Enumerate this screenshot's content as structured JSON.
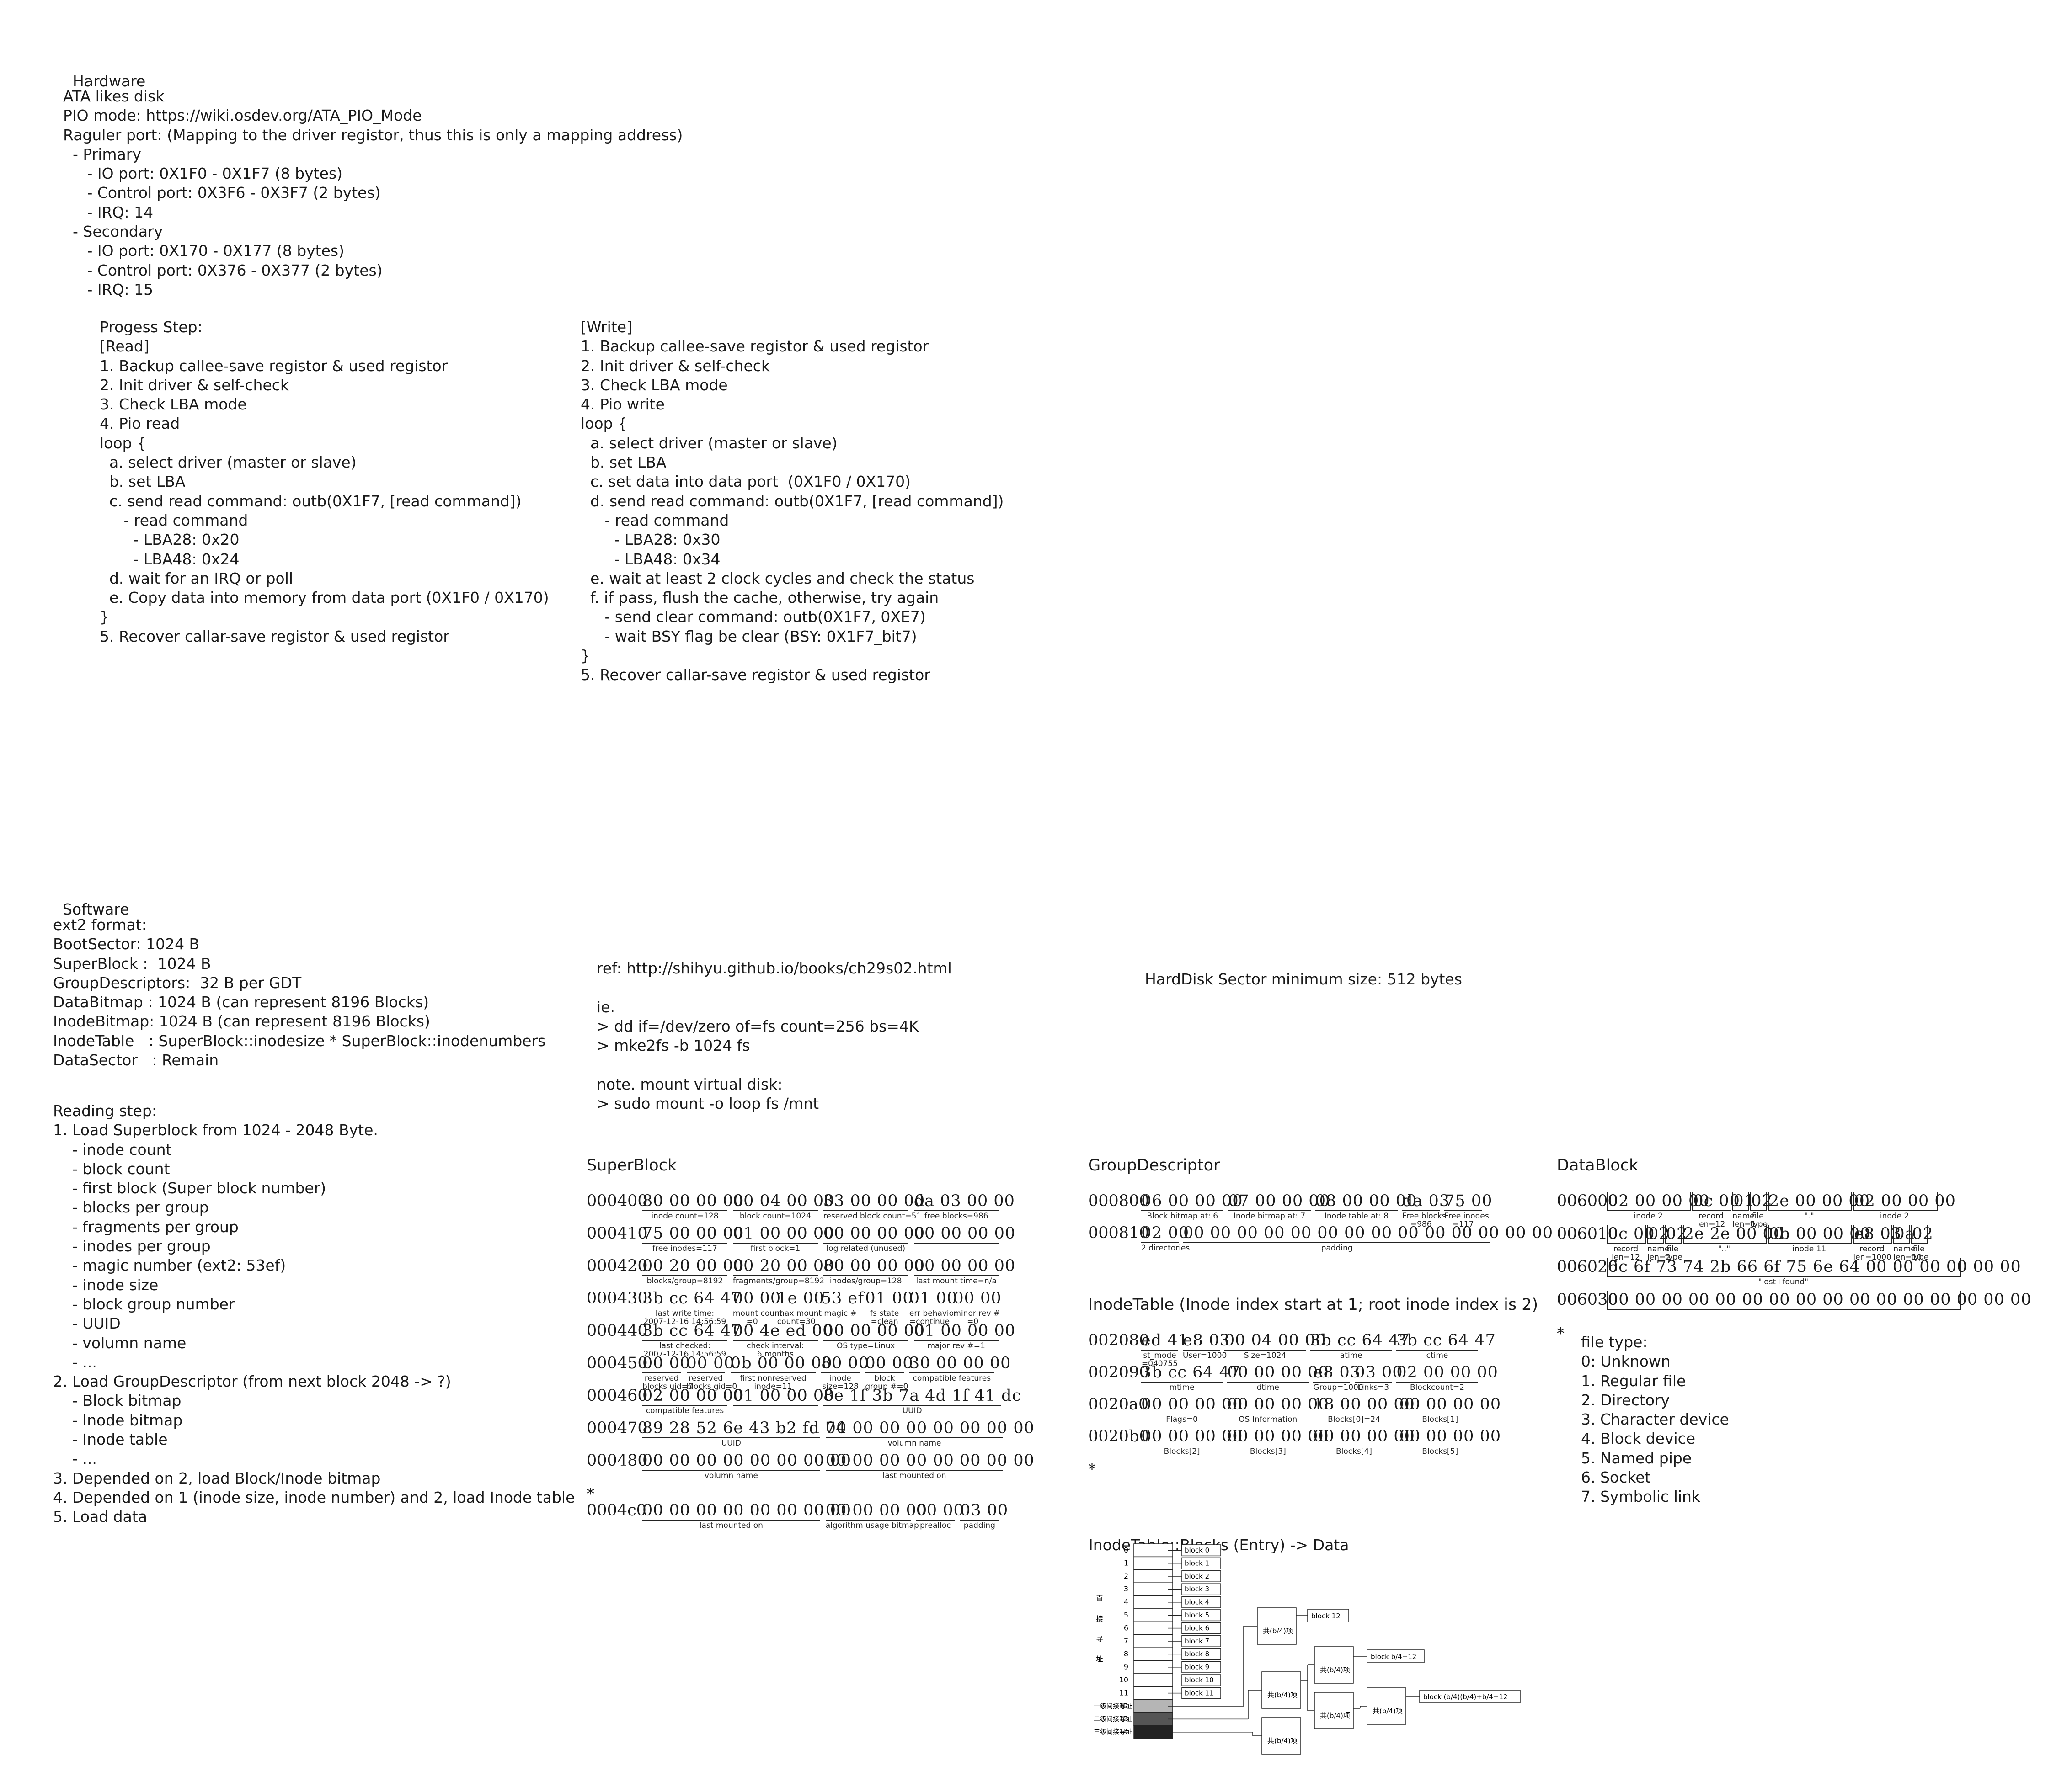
{
  "hardware": {
    "title": "Hardware",
    "lines": [
      "ATA likes disk",
      "PIO mode: https://wiki.osdev.org/ATA_PIO_Mode",
      "Raguler port: (Mapping to the driver registor, thus this is only a mapping address)",
      "  - Primary",
      "     - IO port: 0X1F0 - 0X1F7 (8 bytes)",
      "     - Control port: 0X3F6 - 0X3F7 (2 bytes)",
      "     - IRQ: 14",
      "  - Secondary",
      "     - IO port: 0X170 - 0X177 (8 bytes)",
      "     - Control port: 0X376 - 0X377 (2 bytes)",
      "     - IRQ: 15"
    ]
  },
  "read_steps": [
    "Progess Step:",
    "[Read]",
    "1. Backup callee-save registor & used registor",
    "2. Init driver & self-check",
    "3. Check LBA mode",
    "4. Pio read",
    "loop {",
    "  a. select driver (master or slave)",
    "  b. set LBA",
    "  c. send read command: outb(0X1F7, [read command])",
    "     - read command",
    "       - LBA28: 0x20",
    "       - LBA48: 0x24",
    "  d. wait for an IRQ or poll",
    "  e. Copy data into memory from data port (0X1F0 / 0X170)",
    "}",
    "5. Recover callar-save registor & used registor"
  ],
  "write_steps": [
    "[Write]",
    "1. Backup callee-save registor & used registor",
    "2. Init driver & self-check",
    "3. Check LBA mode",
    "4. Pio write",
    "loop {",
    "  a. select driver (master or slave)",
    "  b. set LBA",
    "  c. set data into data port  (0X1F0 / 0X170)",
    "  d. send read command: outb(0X1F7, [read command])",
    "     - read command",
    "       - LBA28: 0x30",
    "       - LBA48: 0x34",
    "  e. wait at least 2 clock cycles and check the status",
    "  f. if pass, flush the cache, otherwise, try again",
    "     - send clear command: outb(0X1F7, 0XE7)",
    "     - wait BSY flag be clear (BSY: 0X1F7_bit7)",
    "}",
    "5. Recover callar-save registor & used registor"
  ],
  "software": {
    "title": "Software",
    "format_lines": [
      "ext2 format:",
      "BootSector: 1024 B",
      "SuperBlock :  1024 B",
      "GroupDescriptors:  32 B per GDT",
      "DataBitmap : 1024 B (can represent 8196 Blocks)",
      "InodeBitmap: 1024 B (can represent 8196 Blocks)",
      "InodeTable   : SuperBlock::inodesize * SuperBlock::inodenumbers",
      "DataSector   : Remain"
    ],
    "reading_lines": [
      "Reading step:",
      "1. Load Superblock from 1024 - 2048 Byte.",
      "    - inode count",
      "    - block count",
      "    - first block (Super block number)",
      "    - blocks per group",
      "    - fragments per group",
      "    - inodes per group",
      "    - magic number (ext2: 53ef)",
      "    - inode size",
      "    - block group number",
      "    - UUID",
      "    - volumn name",
      "    - ...",
      "2. Load GroupDescriptor (from next block 2048 -> ?)",
      "    - Block bitmap",
      "    - Inode bitmap",
      "    - Inode table",
      "    - ...",
      "3. Depended on 2, load Block/Inode bitmap",
      "4. Depended on 1 (inode size, inode number) and 2, load Inode table",
      "5. Load data"
    ]
  },
  "ref": {
    "lines": [
      "ref: http://shihyu.github.io/books/ch29s02.html",
      "",
      "ie.",
      "> dd if=/dev/zero of=fs count=256 bs=4K",
      "> mke2fs -b 1024 fs",
      "",
      "note. mount virtual disk:",
      "> sudo mount -o loop fs /mnt"
    ]
  },
  "sector_note": "HardDisk Sector minimum size: 512 bytes",
  "superblock": {
    "title": "SuperBlock",
    "rows": [
      {
        "addr": "000400",
        "g": [
          "80 00 00 00",
          "00 04 00 00",
          "33 00 00 00",
          "da 03 00 00"
        ],
        "labels": [
          "inode count=128",
          "block count=1024",
          "reserved block count=51",
          "free blocks=986"
        ]
      },
      {
        "addr": "000410",
        "g": [
          "75 00 00 00",
          "01 00 00 00",
          "00 00 00 00",
          "00 00 00 00"
        ],
        "labels": [
          "free inodes=117",
          "first block=1",
          "log related (unused)",
          ""
        ]
      },
      {
        "addr": "000420",
        "g": [
          "00 20 00 00",
          "00 20 00 00",
          "80 00 00 00",
          "00 00 00 00"
        ],
        "labels": [
          "blocks/group=8192",
          "fragments/group=8192",
          "inodes/group=128",
          "last mount time=n/a"
        ]
      },
      {
        "addr": "000430",
        "g": [
          "3b cc 64 47",
          "00 00",
          "1e 00",
          "53 ef",
          "01 00",
          "01 00",
          "00 00"
        ],
        "labels": [
          "last write time:\n2007-12-16 14:56:59",
          "mount count\n=0",
          "max mount\ncount=30",
          "magic #",
          "fs state\n=clean",
          "err behavior\n=continue",
          "minor rev #\n=0"
        ]
      },
      {
        "addr": "000440",
        "g": [
          "3b cc 64 47",
          "00 4e ed 00",
          "00 00 00 00",
          "01 00 00 00"
        ],
        "labels": [
          "last checked:\n2007-12-16 14:56:59",
          "check interval:\n6 months",
          "OS type=Linux",
          "major rev #=1"
        ]
      },
      {
        "addr": "000450",
        "g": [
          "00 00",
          "00 00",
          "0b 00 00 00",
          "80 00",
          "00 00",
          "30 00 00 00"
        ],
        "labels": [
          "reserved\nblocks uid=0",
          "reserved\nblocks gid=0",
          "first nonreserved\ninode=11",
          "inode\nsize=128",
          "block\ngroup #=0",
          "compatible features"
        ]
      },
      {
        "addr": "000460",
        "g": [
          "02 00 00 00",
          "01 00 00 00",
          "8e 1f 3b 7a 4d 1f 41 dc"
        ],
        "labels": [
          "compatible features",
          "",
          "UUID"
        ]
      },
      {
        "addr": "000470",
        "g": [
          "89 28 52 6e 43 b2 fd 74",
          "00 00 00 00 00 00 00 00"
        ],
        "labels": [
          "UUID",
          "volumn name"
        ]
      },
      {
        "addr": "000480",
        "g": [
          "00 00 00 00 00 00 00 00",
          "00 00 00 00 00 00 00 00"
        ],
        "labels": [
          "volumn name",
          "last mounted on"
        ]
      },
      {
        "addr": "0004c0",
        "g": [
          "00 00 00 00 00 00 00 00",
          "00 00 00 00",
          "00 00",
          "03 00"
        ],
        "labels": [
          "last mounted on",
          "algorithm usage bitmap",
          "prealloc",
          "padding"
        ]
      }
    ],
    "star": "*"
  },
  "group_descriptor": {
    "title": "GroupDescriptor",
    "rows": [
      {
        "addr": "000800",
        "g": [
          "06 00 00 00",
          "07 00 00 00",
          "08 00 00 00",
          "da 03",
          "75 00"
        ],
        "labels": [
          "Block bitmap at: 6",
          "Inode bitmap at: 7",
          "Inode table at: 8",
          "Free blocks\n=986",
          "Free inodes\n=117"
        ]
      },
      {
        "addr": "000810",
        "g": [
          "02 00",
          "00 00 00 00 00 00 00 00 00 00 00 00 00 00"
        ],
        "labels": [
          "2 directories",
          "padding"
        ]
      }
    ]
  },
  "inode_table": {
    "title": "InodeTable (Inode index start at 1; root inode index is 2)",
    "rows": [
      {
        "addr": "002080",
        "g": [
          "ed 41",
          "e8 03",
          "00 04 00 00",
          "3b cc 64 47",
          "3b cc 64 47"
        ],
        "labels": [
          "st_mode\n=040755",
          "User=1000",
          "Size=1024",
          "atime",
          "ctime"
        ]
      },
      {
        "addr": "002090",
        "g": [
          "3b cc 64 47",
          "00 00 00 00",
          "e8 03",
          "03 00",
          "02 00 00 00"
        ],
        "labels": [
          "mtime",
          "dtime",
          "Group=1000",
          "Links=3",
          "Blockcount=2"
        ]
      },
      {
        "addr": "0020a0",
        "g": [
          "00 00 00 00",
          "00 00 00 00",
          "18 00 00 00",
          "00 00 00 00"
        ],
        "labels": [
          "Flags=0",
          "OS Information",
          "Blocks[0]=24",
          "Blocks[1]"
        ]
      },
      {
        "addr": "0020b0",
        "g": [
          "00 00 00 00",
          "00 00 00 00",
          "00 00 00 00",
          "00 00 00 00"
        ],
        "labels": [
          "Blocks[2]",
          "Blocks[3]",
          "Blocks[4]",
          "Blocks[5]"
        ]
      }
    ],
    "star": "*"
  },
  "data_block": {
    "title": "DataBlock",
    "rows": [
      {
        "addr": "006000",
        "g": [
          "02 00 00 00",
          "0c 00",
          "01",
          "02",
          "2e 00 00 00",
          "02 00 00 00"
        ],
        "labels": [
          "inode 2",
          "record\nlen=12",
          "name\nlen=1",
          "file\ntype",
          "\".\"",
          "inode 2"
        ]
      },
      {
        "addr": "006010",
        "g": [
          "0c 00",
          "02",
          "02",
          "2e 2e 00 00",
          "0b 00 00 00",
          "e8 03",
          "0a",
          "02"
        ],
        "labels": [
          "record\nlen=12",
          "name\nlen=2",
          "file\ntype",
          "\"..\"",
          "inode 11",
          "record\nlen=1000",
          "name\nlen=10",
          "file\ntype"
        ]
      },
      {
        "addr": "006020",
        "g": [
          "6c 6f 73 74 2b 66 6f 75 6e 64 00 00 00 00 00 00"
        ],
        "labels": [
          "\"lost+found\""
        ]
      },
      {
        "addr": "006030",
        "g": [
          "00 00 00 00 00 00 00 00 00 00 00 00 00 00 00 00"
        ],
        "labels": [
          ""
        ]
      }
    ],
    "star": "*"
  },
  "file_type": {
    "lines": [
      "file type:",
      "0: Unknown",
      "1. Regular file",
      "2. Directory",
      "3. Character device",
      "4. Block device",
      "5. Named pipe",
      "6. Socket",
      "7. Symbolic link"
    ]
  },
  "blocks_diagram": {
    "title": "InodeTable::Blocks (Entry) -> Data",
    "indices": [
      "0",
      "1",
      "2",
      "3",
      "4",
      "5",
      "6",
      "7",
      "8",
      "9",
      "10",
      "11",
      "12",
      "13",
      "14"
    ],
    "direct_labels": [
      "block 0",
      "block 1",
      "block 2",
      "block 3",
      "block 4",
      "block 5",
      "block 6",
      "block 7",
      "block 8",
      "block 9",
      "block 10",
      "block 11"
    ],
    "side_chars": [
      "直",
      "接",
      "寻",
      "址"
    ],
    "indirect_labels": [
      "一级间接寻址",
      "二级间接寻址",
      "三级间接寻址"
    ],
    "box_label": "共(b/4)项",
    "targets": [
      "block 12",
      "block b/4+12",
      "block (b/4)(b/4)+b/4+12"
    ]
  }
}
